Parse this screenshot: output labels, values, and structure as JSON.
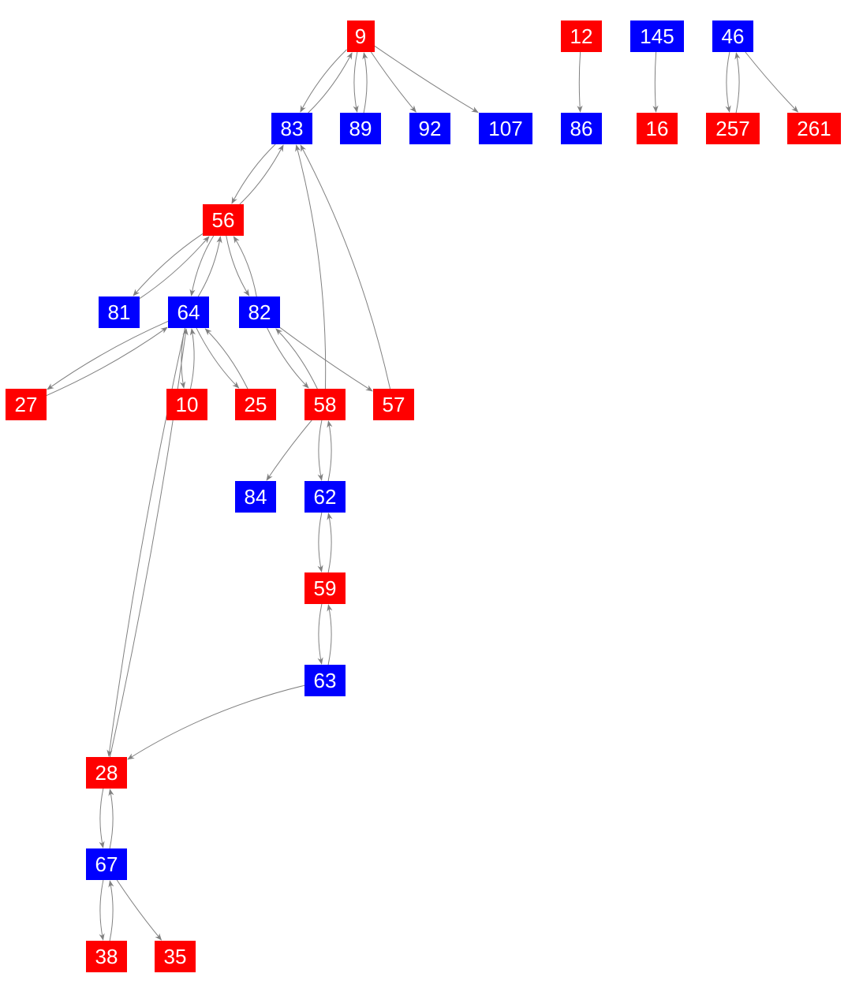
{
  "colors": {
    "red": "#ff0000",
    "blue": "#0000ff",
    "edge": "#808080"
  },
  "nodes": [
    {
      "id": "9",
      "color": "red"
    },
    {
      "id": "12",
      "color": "red"
    },
    {
      "id": "145",
      "color": "blue"
    },
    {
      "id": "46",
      "color": "blue"
    },
    {
      "id": "83",
      "color": "blue"
    },
    {
      "id": "89",
      "color": "blue"
    },
    {
      "id": "92",
      "color": "blue"
    },
    {
      "id": "107",
      "color": "blue"
    },
    {
      "id": "86",
      "color": "blue"
    },
    {
      "id": "16",
      "color": "red"
    },
    {
      "id": "257",
      "color": "red"
    },
    {
      "id": "261",
      "color": "red"
    },
    {
      "id": "56",
      "color": "red"
    },
    {
      "id": "81",
      "color": "blue"
    },
    {
      "id": "64",
      "color": "blue"
    },
    {
      "id": "82",
      "color": "blue"
    },
    {
      "id": "27",
      "color": "red"
    },
    {
      "id": "10",
      "color": "red"
    },
    {
      "id": "25",
      "color": "red"
    },
    {
      "id": "58",
      "color": "red"
    },
    {
      "id": "57",
      "color": "red"
    },
    {
      "id": "84",
      "color": "blue"
    },
    {
      "id": "62",
      "color": "blue"
    },
    {
      "id": "59",
      "color": "red"
    },
    {
      "id": "63",
      "color": "blue"
    },
    {
      "id": "28",
      "color": "red"
    },
    {
      "id": "67",
      "color": "blue"
    },
    {
      "id": "38",
      "color": "red"
    },
    {
      "id": "35",
      "color": "red"
    }
  ],
  "edges": [
    [
      "9",
      "83"
    ],
    [
      "83",
      "9"
    ],
    [
      "9",
      "89"
    ],
    [
      "89",
      "9"
    ],
    [
      "9",
      "92"
    ],
    [
      "9",
      "107"
    ],
    [
      "12",
      "86"
    ],
    [
      "145",
      "16"
    ],
    [
      "46",
      "257"
    ],
    [
      "257",
      "46"
    ],
    [
      "46",
      "261"
    ],
    [
      "83",
      "56"
    ],
    [
      "56",
      "83"
    ],
    [
      "56",
      "81"
    ],
    [
      "81",
      "56"
    ],
    [
      "56",
      "64"
    ],
    [
      "64",
      "56"
    ],
    [
      "56",
      "82"
    ],
    [
      "82",
      "56"
    ],
    [
      "58",
      "83"
    ],
    [
      "57",
      "83"
    ],
    [
      "64",
      "27"
    ],
    [
      "27",
      "64"
    ],
    [
      "64",
      "10"
    ],
    [
      "10",
      "64"
    ],
    [
      "64",
      "25"
    ],
    [
      "25",
      "64"
    ],
    [
      "64",
      "28"
    ],
    [
      "28",
      "64"
    ],
    [
      "82",
      "58"
    ],
    [
      "58",
      "82"
    ],
    [
      "82",
      "57"
    ],
    [
      "58",
      "84"
    ],
    [
      "58",
      "62"
    ],
    [
      "62",
      "58"
    ],
    [
      "62",
      "59"
    ],
    [
      "59",
      "62"
    ],
    [
      "59",
      "63"
    ],
    [
      "63",
      "59"
    ],
    [
      "63",
      "28"
    ],
    [
      "28",
      "67"
    ],
    [
      "67",
      "28"
    ],
    [
      "67",
      "38"
    ],
    [
      "38",
      "67"
    ],
    [
      "67",
      "35"
    ]
  ]
}
